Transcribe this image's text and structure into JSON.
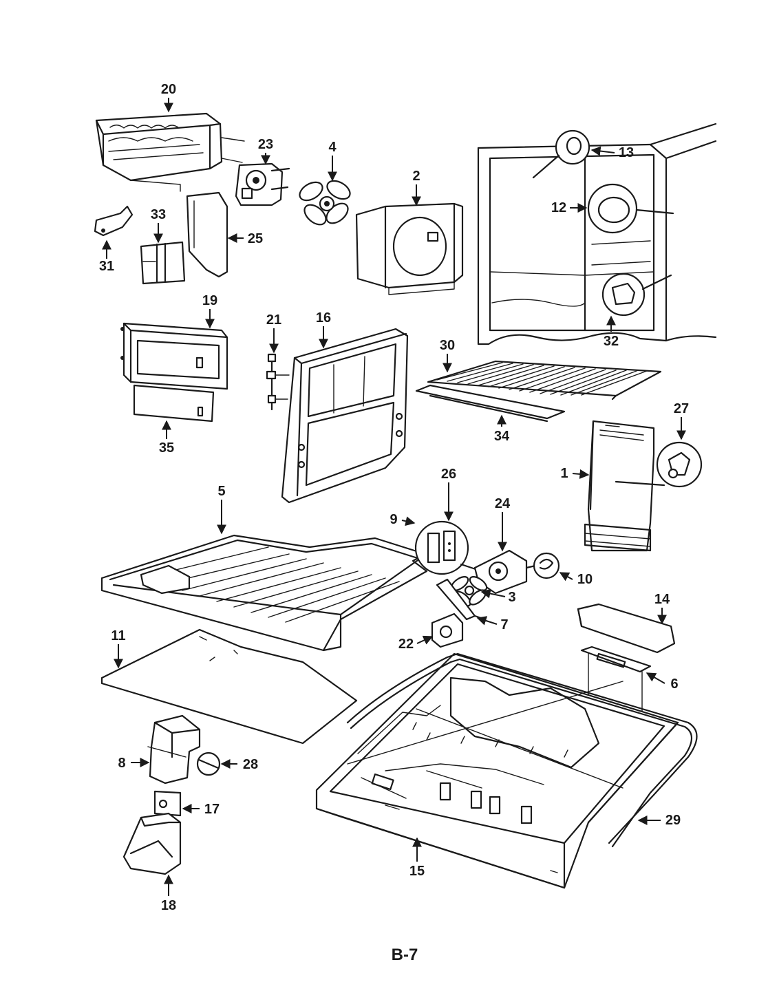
{
  "page_label": "B-7",
  "callouts": {
    "c1": "1",
    "c2": "2",
    "c3": "3",
    "c4": "4",
    "c5": "5",
    "c6": "6",
    "c7": "7",
    "c8": "8",
    "c9": "9",
    "c10": "10",
    "c11": "11",
    "c12": "12",
    "c13": "13",
    "c14": "14",
    "c15": "15",
    "c16": "16",
    "c17": "17",
    "c18": "18",
    "c19": "19",
    "c20": "20",
    "c21": "21",
    "c22": "22",
    "c23": "23",
    "c24": "24",
    "c25": "25",
    "c26": "26",
    "c27": "27",
    "c28": "28",
    "c29": "29",
    "c30": "30",
    "c31": "31",
    "c32": "32",
    "c33": "33",
    "c34": "34",
    "c35": "35"
  }
}
